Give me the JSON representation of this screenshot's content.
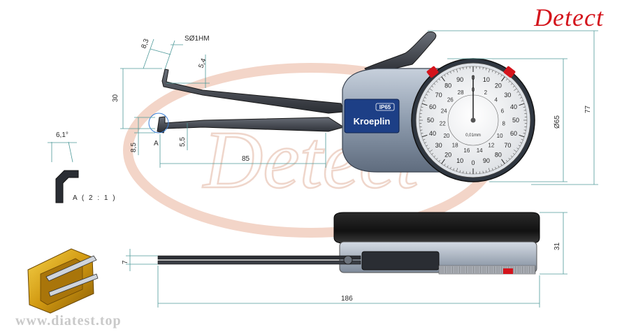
{
  "brand": "Detect",
  "watermark": "Detect",
  "website": "www.diatest.top",
  "product_label": "Kroeplin",
  "ip_rating": "IP65",
  "dial": {
    "outer_numbers": [
      "0",
      "10",
      "20",
      "30",
      "40",
      "50",
      "60",
      "70",
      "80",
      "90",
      "0",
      "10",
      "20",
      "30",
      "40",
      "50",
      "60",
      "70",
      "80",
      "90"
    ],
    "inner_numbers": [
      "0",
      "2",
      "4",
      "6",
      "8",
      "10",
      "12",
      "14",
      "16",
      "18",
      "20",
      "22",
      "24",
      "26",
      "28"
    ],
    "resolution": "0,01mm"
  },
  "dimensions": {
    "tip_height": "8,3",
    "sphere": "SØ1HM",
    "upper_tip": "5,4",
    "jaw_span": "30",
    "lower_tip": "8,5",
    "lower_offset": "5,5",
    "arm_length": "85",
    "dial_diameter": "Ø65",
    "overall_height": "77",
    "angle": "6,1°",
    "body_thickness": "31",
    "arm_thickness": "7",
    "overall_length": "186",
    "detail_callout": "A",
    "detail_label": "A ( 2 : 1 )"
  },
  "colors": {
    "brand_red": "#d4141c",
    "dimension_line": "#4f9a9a",
    "body_steel": "#9aa7b8",
    "label_blue": "#1d3f86",
    "watermark": "#f0c9b8"
  }
}
